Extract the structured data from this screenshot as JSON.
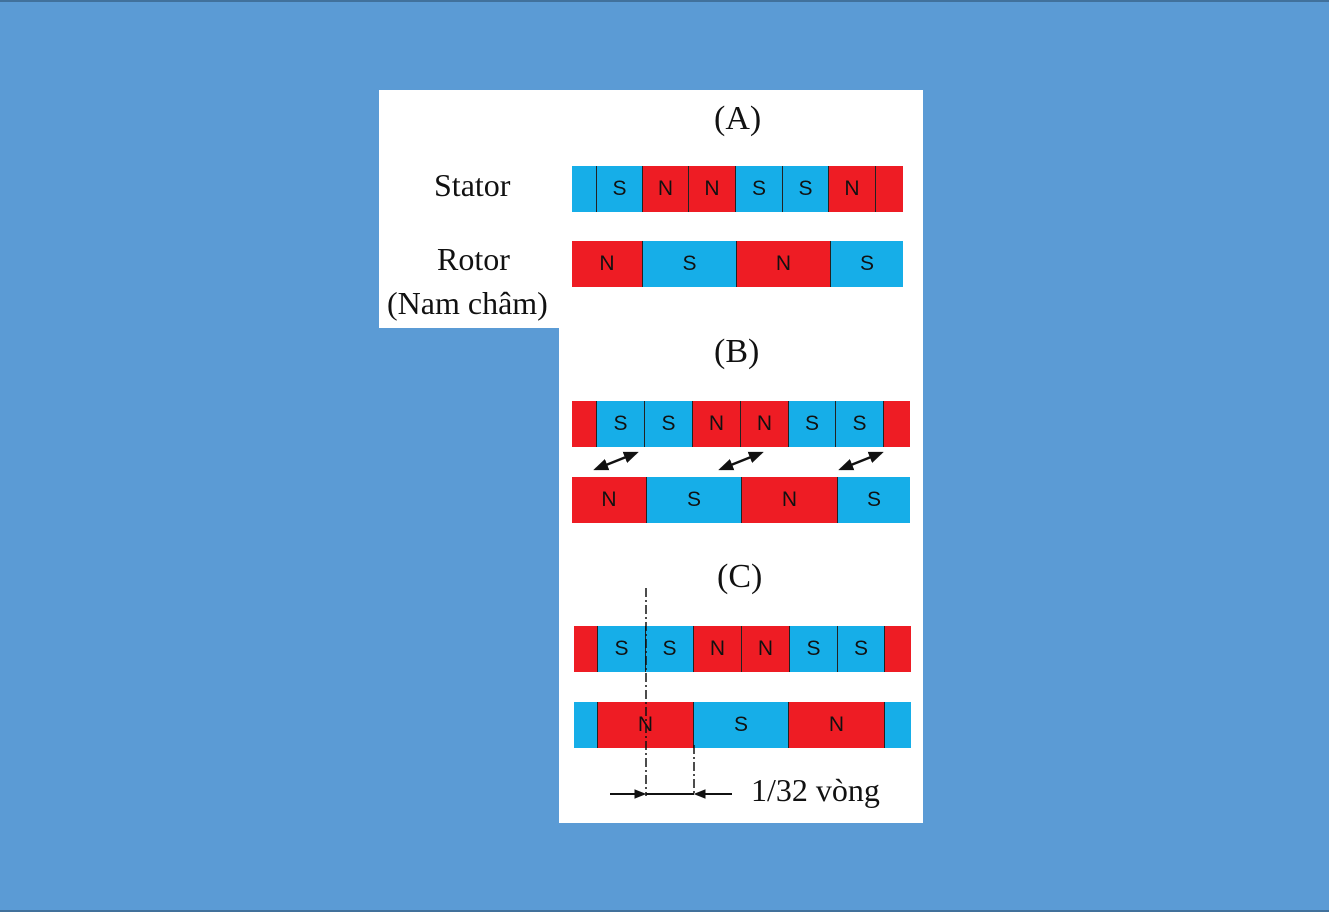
{
  "panels": {
    "a": {
      "title": "(A)"
    },
    "b": {
      "title": "(B)"
    },
    "c": {
      "title": "(C)"
    }
  },
  "labels": {
    "stator": "Stator",
    "rotor": "Rotor",
    "rotor_note": "(Nam châm)",
    "step": "1/32 vòng"
  },
  "strips": {
    "a_stator": [
      "",
      "S",
      "N",
      "N",
      "S",
      "S",
      "N",
      ""
    ],
    "a_rotor": [
      "N",
      "S",
      "N",
      "S"
    ],
    "b_stator": [
      "",
      "S",
      "S",
      "N",
      "N",
      "S",
      "S",
      ""
    ],
    "b_rotor": [
      "N",
      "S",
      "N",
      "S"
    ],
    "c_stator": [
      "",
      "S",
      "S",
      "N",
      "N",
      "S",
      "S",
      ""
    ],
    "c_rotor": [
      "",
      "N",
      "S",
      "N",
      ""
    ]
  },
  "pole_colors": {
    "N": "#ee1c24",
    "S": "#16aee8"
  },
  "icons": [
    "attraction-arrow-icon",
    "dimension-arrow-icon"
  ]
}
